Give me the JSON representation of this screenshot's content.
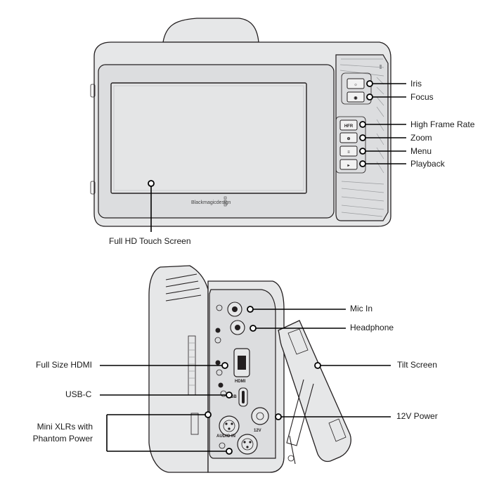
{
  "front_view": {
    "brand_mark": "Blackmagicdesign",
    "buttons": [
      {
        "glyph": "☼",
        "icon": "iris-sun-icon"
      },
      {
        "glyph": "◉",
        "icon": "focus-target-icon"
      },
      {
        "glyph": "HFR",
        "icon": "hfr-text-icon"
      },
      {
        "glyph": "⊕",
        "icon": "zoom-magnifier-icon"
      },
      {
        "glyph": "≡",
        "icon": "menu-lines-icon"
      },
      {
        "glyph": "▸",
        "icon": "playback-triangle-icon"
      }
    ],
    "callouts": [
      {
        "label": "Iris"
      },
      {
        "label": "Focus"
      },
      {
        "label": "High Frame Rate"
      },
      {
        "label": "Zoom"
      },
      {
        "label": "Menu"
      },
      {
        "label": "Playback"
      },
      {
        "label": "Full HD Touch Screen"
      }
    ]
  },
  "side_view": {
    "port_marks": {
      "hdmi": "HDMI",
      "usb": "USB",
      "audio_in": "AUDIO IN",
      "power": "12V"
    },
    "callouts": [
      {
        "label": "Mic In"
      },
      {
        "label": "Headphone"
      },
      {
        "label": "Tilt Screen"
      },
      {
        "label": "Full Size HDMI"
      },
      {
        "label": "USB-C"
      },
      {
        "label": "12V Power"
      },
      {
        "label": "Mini XLRs with\nPhantom Power"
      }
    ]
  }
}
